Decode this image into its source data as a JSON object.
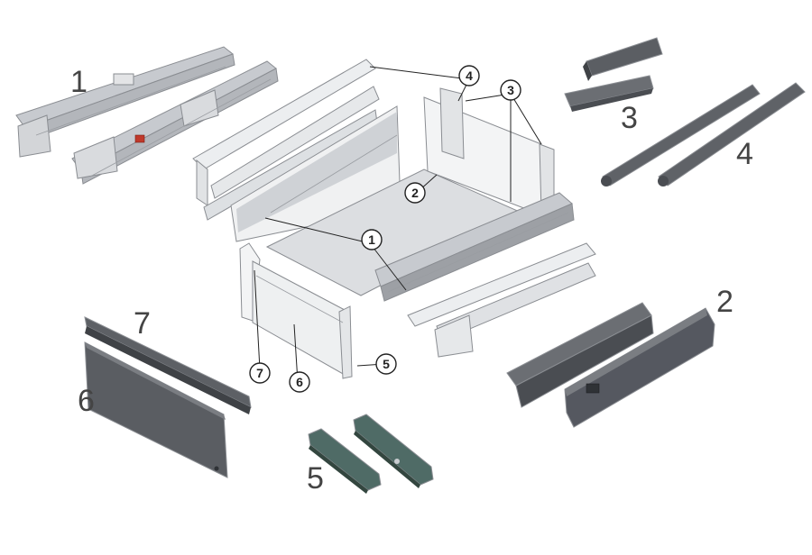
{
  "colors": {
    "dark_part": "#4a4d52",
    "mid_part": "#6b6e73",
    "light_part": "#d9dbde",
    "rail_metal": "#c7cacf",
    "outline": "#8a8d92"
  },
  "parts": [
    {
      "number": "1",
      "icon": "drawer-slide-rails-icon"
    },
    {
      "number": "2",
      "icon": "drawer-side-panels-icon"
    },
    {
      "number": "3",
      "icon": "rear-brackets-icon"
    },
    {
      "number": "4",
      "icon": "gallery-rods-icon"
    },
    {
      "number": "5",
      "icon": "front-fixing-brackets-icon"
    },
    {
      "number": "6",
      "icon": "front-panel-icon"
    },
    {
      "number": "7",
      "icon": "front-top-rail-icon"
    }
  ],
  "assembly_callouts": {
    "c1": "1",
    "c2": "2",
    "c3": "3",
    "c4": "4",
    "c5": "5",
    "c6": "6",
    "c7": "7"
  },
  "assembly_icon": "drawer-exploded-assembly-icon"
}
